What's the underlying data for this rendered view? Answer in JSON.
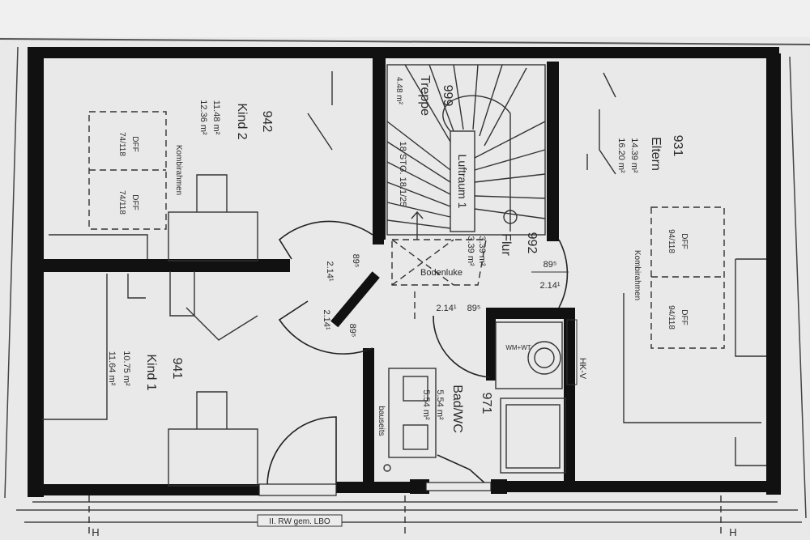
{
  "rooms": [
    {
      "number": "942",
      "name": "Kind 2",
      "area1": "11.48 m²",
      "area2": "12.36 m²"
    },
    {
      "number": "941",
      "name": "Kind 1",
      "area1": "10.75 m²",
      "area2": "11.64 m²"
    },
    {
      "number": "999",
      "name": "Treppe",
      "area1": "4.48 m²"
    },
    {
      "number": "931",
      "name": "Eltern",
      "area1": "14.39 m²",
      "area2": "16.20 m²"
    },
    {
      "number": "992",
      "name": "Flur",
      "area1": "3.39 m²",
      "area2": "3.39 m²"
    },
    {
      "number": "971",
      "name": "Bad/WC",
      "area1": "5.54 m²",
      "area2": "5.54 m²"
    }
  ],
  "labels": {
    "stair_spec": "18 STG. 18.1/25",
    "luftraum": "Luftraum 1",
    "bodenluke": "Bodenluke",
    "kombirahmen": "Kombirahmen",
    "dff": "DFF",
    "dff_size_left": "74/118",
    "dff_size_right": "94/118",
    "door_width": "89⁵",
    "door_height": "2.14¹",
    "wm_wt": "WM+WT",
    "hk_v": "HK-V",
    "bauseits": "bauseits",
    "rw_note": "II. RW gem. LBO",
    "axis_mark": "H"
  }
}
